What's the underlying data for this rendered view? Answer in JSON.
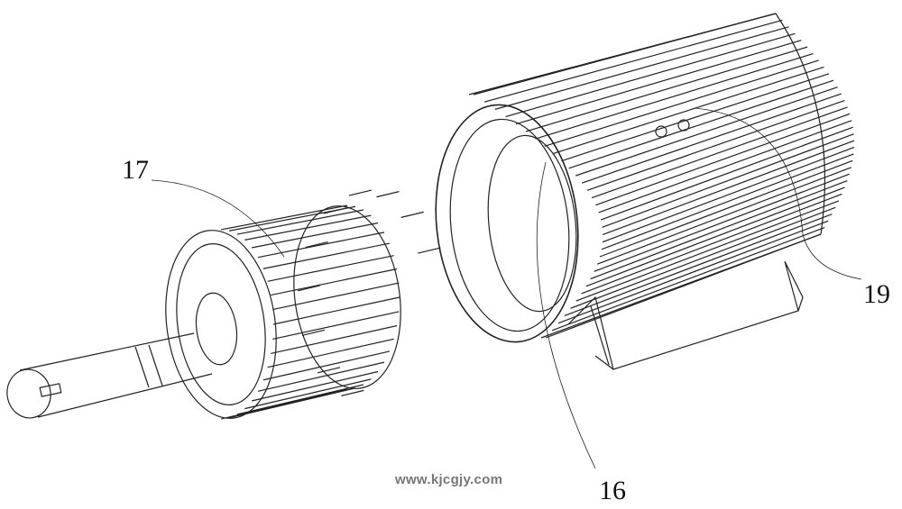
{
  "labels": {
    "rotor": "17",
    "housing": "19",
    "stator": "16"
  },
  "watermark": "www.kjcgjy.com"
}
